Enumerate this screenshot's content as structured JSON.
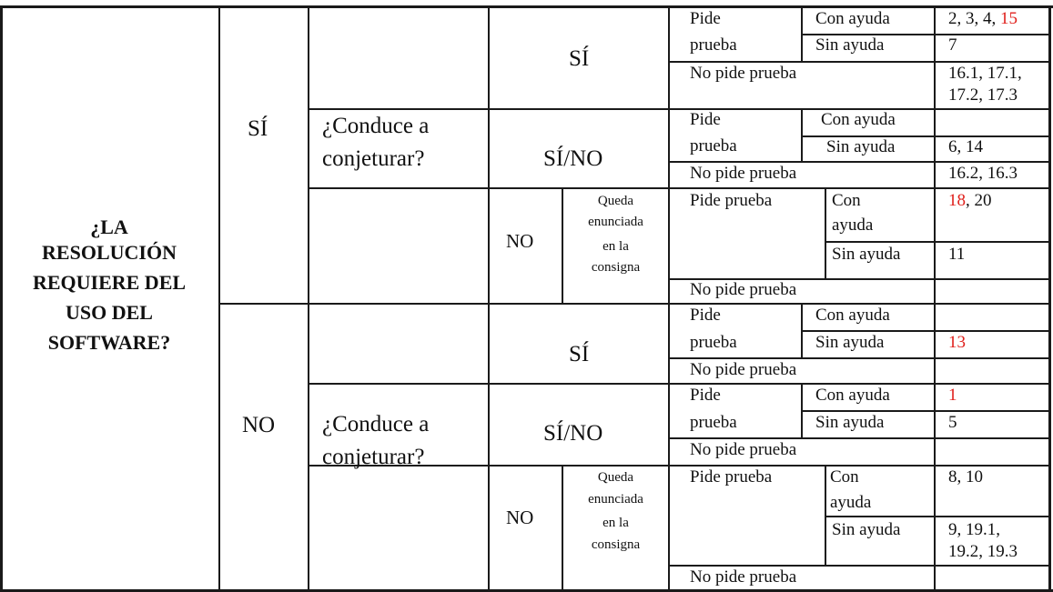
{
  "question": [
    "¿LA",
    "RESOLUCIÓN",
    "REQUIERE DEL",
    "USO DEL",
    "SOFTWARE?"
  ],
  "colors": {
    "accent": "#e0201c",
    "line": "#1a1a1a",
    "text": "#111111"
  },
  "top": {
    "answer": "SÍ",
    "conjecture": [
      "¿Conduce a",
      "conjeturar?"
    ],
    "si": {
      "label": "SÍ",
      "pide": [
        "Pide",
        "prueba"
      ],
      "con_ayuda": "Con ayuda",
      "con_ayuda_values_black": "2, 3, 4, ",
      "con_ayuda_values_red": "15",
      "sin_ayuda": "Sin ayuda",
      "sin_ayuda_values": "7",
      "no_pide": "No pide prueba",
      "no_pide_values": [
        "16.1, 17.1,",
        "17.2, 17.3"
      ]
    },
    "sino": {
      "label": "SÍ/NO",
      "pide": [
        "Pide",
        "prueba"
      ],
      "con_ayuda": "Con ayuda",
      "sin_ayuda": "Sin ayuda",
      "sin_ayuda_values": "6, 14",
      "no_pide": "No pide prueba",
      "no_pide_values": "16.2, 16.3"
    },
    "no": {
      "label": "NO",
      "queda": [
        "Queda",
        "enunciada",
        "en la",
        "consigna"
      ],
      "pide": "Pide prueba",
      "con_ayuda": [
        "Con",
        "ayuda"
      ],
      "con_ayuda_values_red": "18",
      "con_ayuda_values_black": ", 20",
      "sin_ayuda": "Sin ayuda",
      "sin_ayuda_values": "11",
      "no_pide": "No pide prueba"
    }
  },
  "bottom": {
    "answer": "NO",
    "conjecture": [
      "¿Conduce a",
      "conjeturar?"
    ],
    "si": {
      "label": "SÍ",
      "pide": [
        "Pide",
        "prueba"
      ],
      "con_ayuda": "Con ayuda",
      "sin_ayuda": "Sin ayuda",
      "sin_ayuda_values_red": "13",
      "no_pide": "No pide prueba"
    },
    "sino": {
      "label": "SÍ/NO",
      "pide": [
        "Pide",
        "prueba"
      ],
      "con_ayuda": "Con ayuda",
      "con_ayuda_values_red": "1",
      "sin_ayuda": "Sin ayuda",
      "sin_ayuda_values": "5",
      "no_pide": "No pide prueba"
    },
    "no": {
      "label": "NO",
      "queda": [
        "Queda",
        "enunciada",
        "en la",
        "consigna"
      ],
      "pide": "Pide prueba",
      "con_ayuda": [
        "Con",
        "ayuda"
      ],
      "con_ayuda_values": "8, 10",
      "sin_ayuda": "Sin ayuda",
      "sin_ayuda_values": [
        "9, 19.1,",
        "19.2, 19.3"
      ],
      "no_pide": "No pide prueba"
    }
  }
}
